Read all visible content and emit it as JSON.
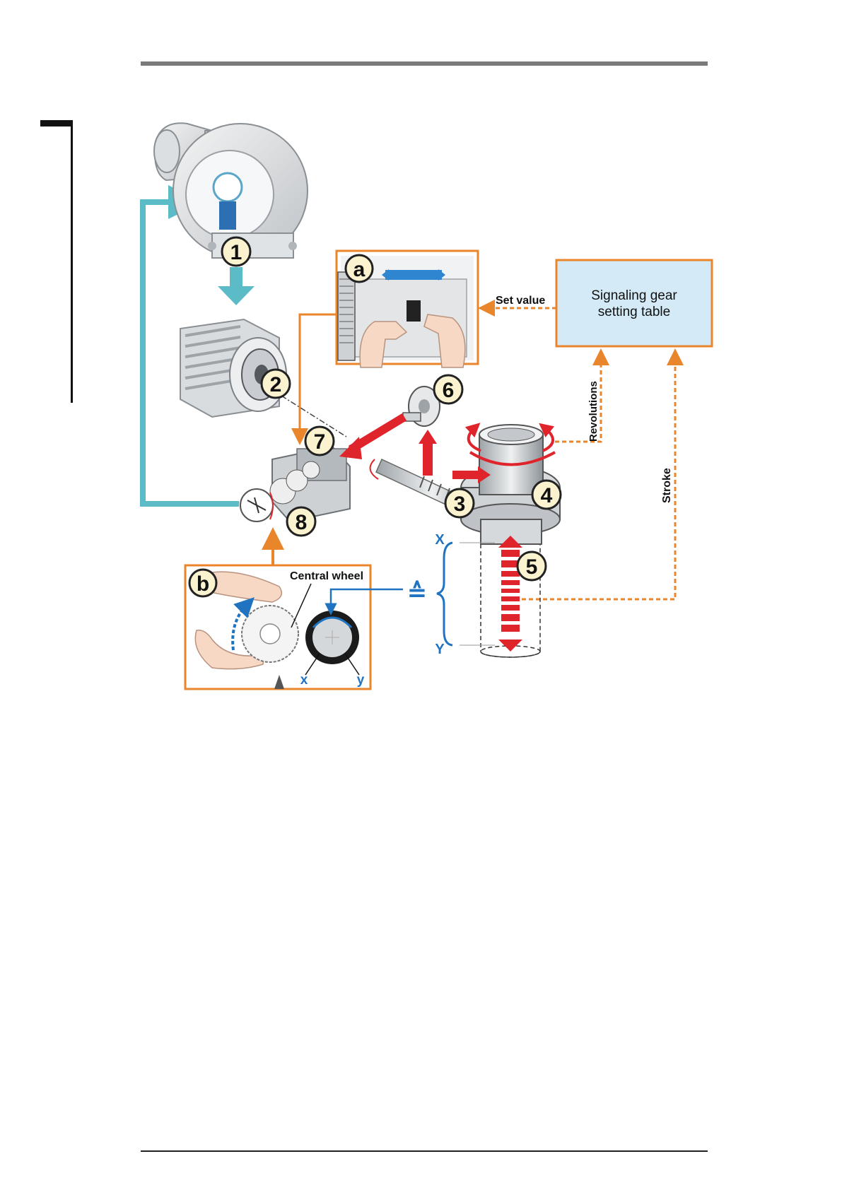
{
  "figure": {
    "callouts": [
      "1",
      "2",
      "3",
      "4",
      "5",
      "6",
      "7",
      "8"
    ],
    "detail_a": {
      "letter": "a"
    },
    "detail_b": {
      "letter": "b",
      "wheel_label": "Central wheel",
      "left_mark": "x",
      "right_mark": "y"
    },
    "table_box": {
      "line1": "Signaling gear",
      "line2": "setting table"
    },
    "arrows": {
      "set_value": "Set value",
      "revolutions": "Revolutions",
      "stroke": "Stroke"
    },
    "stroke_limits": {
      "top": "X",
      "bottom": "Y"
    },
    "equivalence_symbol": "≙"
  },
  "colors": {
    "teal": "#5bbcc8",
    "orange": "#e9852a",
    "red": "#e0242b",
    "blue": "#1f73c0",
    "box_fill": "#d4ebf7",
    "callout_fill": "#fbf3cf"
  }
}
